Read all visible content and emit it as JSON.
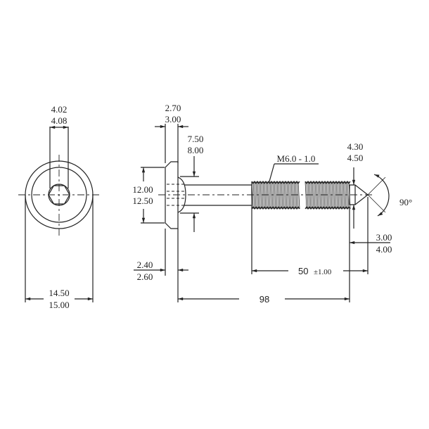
{
  "front_view": {
    "hex_width_min": "4.02",
    "hex_width_max": "4.08",
    "head_dia_min": "14.50",
    "head_dia_max": "15.00"
  },
  "side_view": {
    "head_thickness_min": "2.70",
    "head_thickness_max": "3.00",
    "shank_dia_min": "7.50",
    "shank_dia_max": "8.00",
    "head_height_min": "12.00",
    "head_height_max": "12.50",
    "flange_min": "2.40",
    "flange_max": "2.60",
    "thread_spec": "M6.0 - 1.0",
    "tip_dia_min": "4.30",
    "tip_dia_max": "4.50",
    "tip_angle": "90°",
    "tip_length_min": "3.00",
    "tip_length_max": "4.00",
    "thread_length": "50",
    "thread_tolerance": "±1.00",
    "overall_length": "98"
  }
}
